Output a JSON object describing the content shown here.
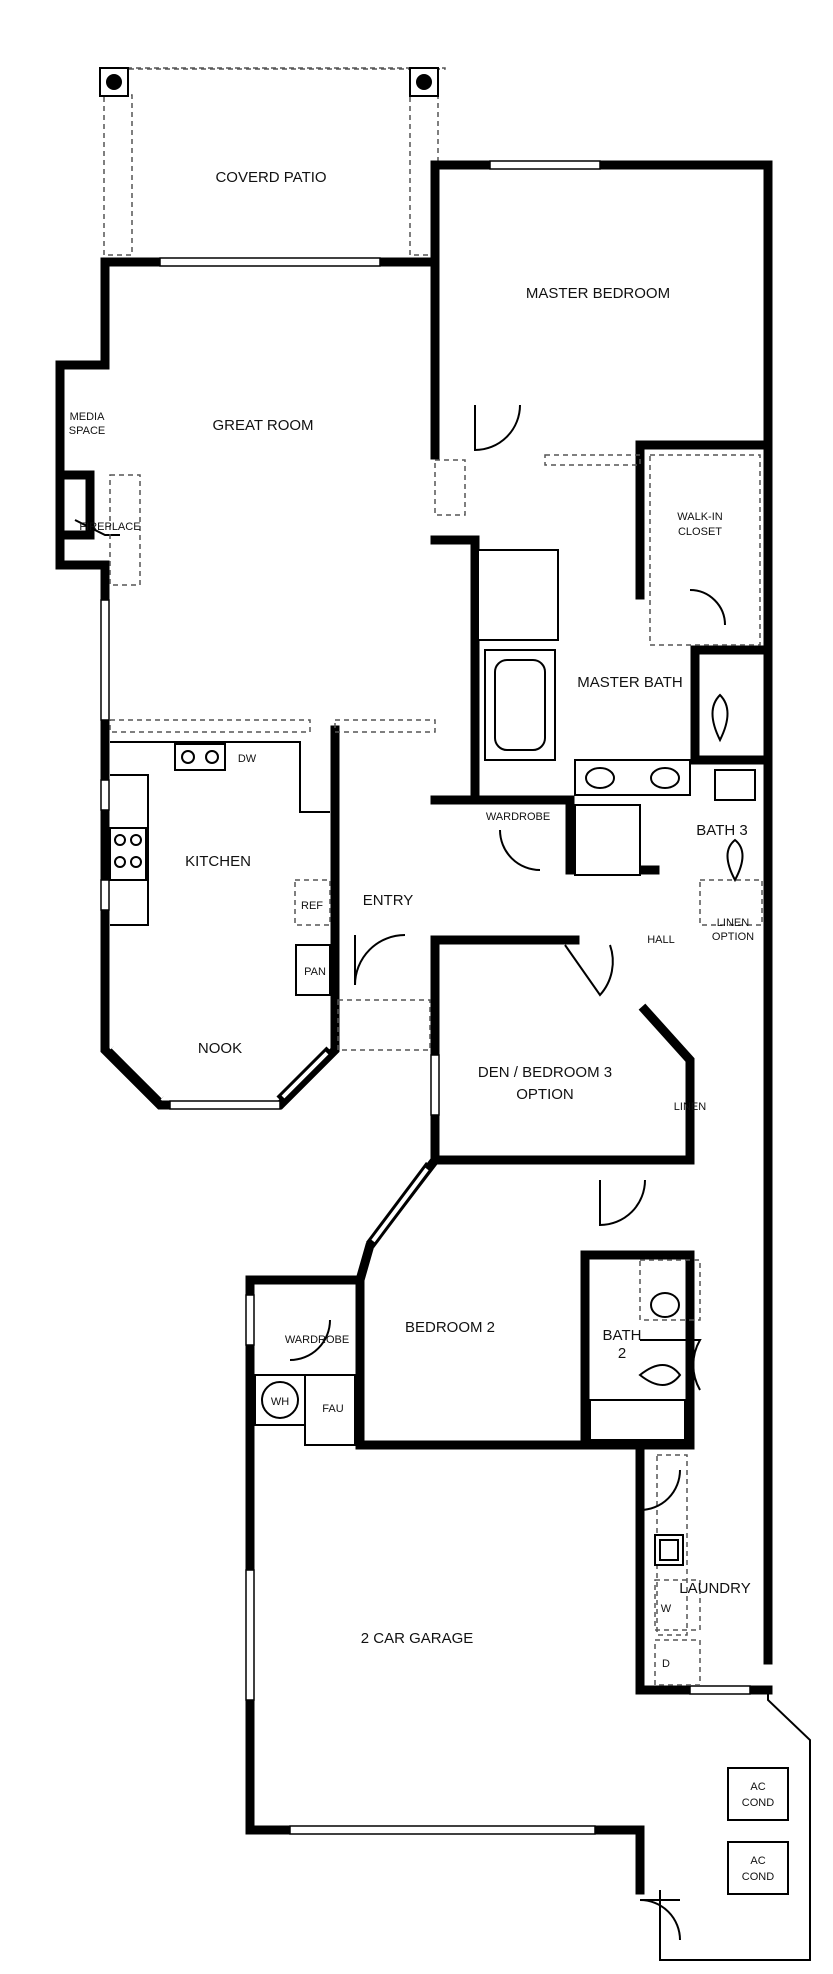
{
  "rooms": {
    "covered_patio": "COVERD PATIO",
    "master_bedroom": "MASTER BEDROOM",
    "media_space_1": "MEDIA",
    "media_space_2": "SPACE",
    "great_room": "GREAT ROOM",
    "fireplace": "FIREPLACE",
    "walk_in_closet_1": "WALK-IN",
    "walk_in_closet_2": "CLOSET",
    "master_bath": "MASTER BATH",
    "dw": "DW",
    "kitchen": "KITCHEN",
    "wardrobe_master": "WARDROBE",
    "bath_3": "BATH 3",
    "ref": "REF",
    "entry": "ENTRY",
    "linen_option_1": "LINEN",
    "linen_option_2": "OPTION",
    "hall": "HALL",
    "pan": "PAN",
    "nook": "NOOK",
    "den_1": "DEN / BEDROOM 3",
    "den_2": "OPTION",
    "linen": "LINEN",
    "wardrobe_bed2": "WARDROBE",
    "bedroom_2": "BEDROOM 2",
    "bath_2_1": "BATH",
    "bath_2_2": "2",
    "wh": "WH",
    "fau": "FAU",
    "laundry": "LAUNDRY",
    "washer": "W",
    "dryer": "D",
    "garage": "2 CAR GARAGE",
    "ac_cond_1a": "AC",
    "ac_cond_1b": "COND",
    "ac_cond_2a": "AC",
    "ac_cond_2b": "COND"
  }
}
